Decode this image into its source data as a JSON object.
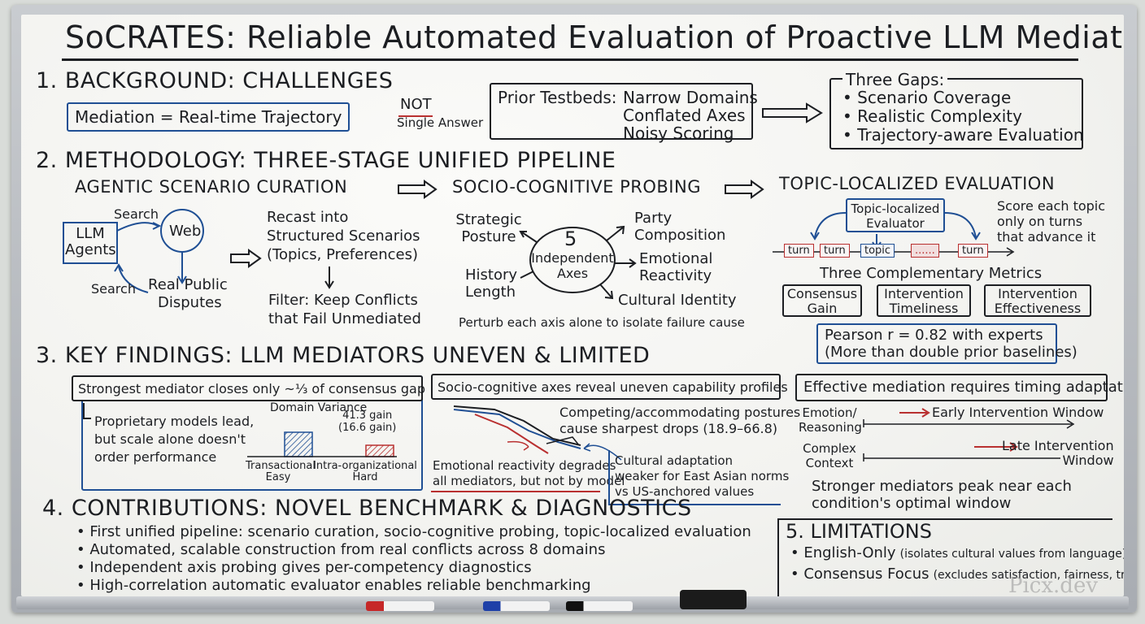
{
  "title": "SoCRATES: Reliable Automated Evaluation of Proactive LLM Mediation",
  "s1": {
    "heading": "1. BACKGROUND: CHALLENGES",
    "mediation": "Mediation = Real-time Trajectory",
    "not": "NOT",
    "single": "Single Answer",
    "prior_label": "Prior Testbeds:",
    "prior_items": [
      "Narrow Domains",
      "Conflated Axes",
      "Noisy Scoring"
    ],
    "gaps_title": "Three Gaps:",
    "gaps": [
      "• Scenario Coverage",
      "• Realistic Complexity",
      "• Trajectory-aware Evaluation"
    ]
  },
  "s2": {
    "heading": "2. METHODOLOGY: THREE-STAGE UNIFIED PIPELINE",
    "stage1": "AGENTIC SCENARIO CURATION",
    "stage2": "SOCIO-COGNITIVE PROBING",
    "stage3": "TOPIC-LOCALIZED EVALUATION",
    "llm_agents": "LLM Agents",
    "web": "Web",
    "search1": "Search",
    "search2": "Search",
    "real_public": "Real Public",
    "disputes": "Disputes",
    "recast": [
      "Recast into",
      "Structured Scenarios",
      "(Topics, Preferences)"
    ],
    "filter": [
      "Filter: Keep Conflicts",
      "that Fail Unmediated"
    ],
    "axes_num": "5",
    "axes_label": [
      "Independent",
      "Axes"
    ],
    "axis_strategic": [
      "Strategic",
      "Posture"
    ],
    "axis_history": [
      "History",
      "Length"
    ],
    "axis_party": [
      "Party",
      "Composition"
    ],
    "axis_emotional": [
      "Emotional",
      "Reactivity"
    ],
    "axis_cultural": "Cultural Identity",
    "perturb": "Perturb each axis alone to isolate failure cause",
    "evaluator": [
      "Topic-localized",
      "Evaluator"
    ],
    "score_note": [
      "Score each topic",
      "only on turns",
      "that advance it"
    ],
    "turns": [
      "turn",
      "turn",
      "topic",
      "......",
      "turn"
    ],
    "metrics_title": "Three Complementary Metrics",
    "metrics": [
      [
        "Consensus",
        "Gain"
      ],
      [
        "Intervention",
        "Timeliness"
      ],
      [
        "Intervention",
        "Effectiveness"
      ]
    ],
    "pearson": [
      "Pearson r = 0.82 with experts",
      "(More than double prior baselines)"
    ]
  },
  "s3": {
    "heading": "3. KEY FINDINGS: LLM MEDIATORS UNEVEN & LIMITED",
    "f1_title": "Strongest mediator closes only ~⅓ of consensus gap",
    "f1_note": [
      "Proprietary models lead,",
      "but scale alone doesn't",
      "order performance"
    ],
    "domain_variance": "Domain Variance",
    "bar_label": [
      "41.3 gain",
      "(16.6 gain)"
    ],
    "bar_cats": [
      [
        "Transactional",
        "Easy"
      ],
      [
        "Intra-organizational",
        "Hard"
      ]
    ],
    "f2_title": "Socio-cognitive axes reveal uneven capability profiles",
    "f2_comp": [
      "Competing/accommodating postures",
      "cause sharpest drops (18.9–66.8)"
    ],
    "f2_emo": [
      "Emotional reactivity degrades",
      "all mediators, but not by model"
    ],
    "f2_cult": [
      "Cultural adaptation",
      "weaker for East Asian norms",
      "vs US-anchored values"
    ],
    "f3_title": "Effective mediation requires timing adaptation",
    "f3_row1_label": [
      "Emotion/",
      "Reasoning"
    ],
    "f3_row1_window": "Early Intervention Window",
    "f3_row2_label": [
      "Complex",
      "Context"
    ],
    "f3_row2_window": [
      "Late Intervention",
      "Window"
    ],
    "f3_note": [
      "Stronger mediators peak near each",
      "condition's optimal window"
    ]
  },
  "s4": {
    "heading": "4. CONTRIBUTIONS: NOVEL BENCHMARK & DIAGNOSTICS",
    "items": [
      "• First unified pipeline: scenario curation, socio-cognitive probing, topic-localized evaluation",
      "• Automated, scalable construction from real conflicts across 8 domains",
      "• Independent axis probing gives per-competency diagnostics",
      "• High-correlation automatic evaluator enables reliable benchmarking"
    ]
  },
  "s5": {
    "heading": "5. LIMITATIONS",
    "items": [
      {
        "main": "• English-Only",
        "detail": "(isolates cultural values from language)"
      },
      {
        "main": "• Consensus Focus",
        "detail": "(excludes satisfaction, fairness, trust)"
      }
    ]
  },
  "watermark": "Picx.dev",
  "colors": {
    "blue": "#1f4f94",
    "red": "#b93030",
    "ink": "#1c1e22"
  }
}
